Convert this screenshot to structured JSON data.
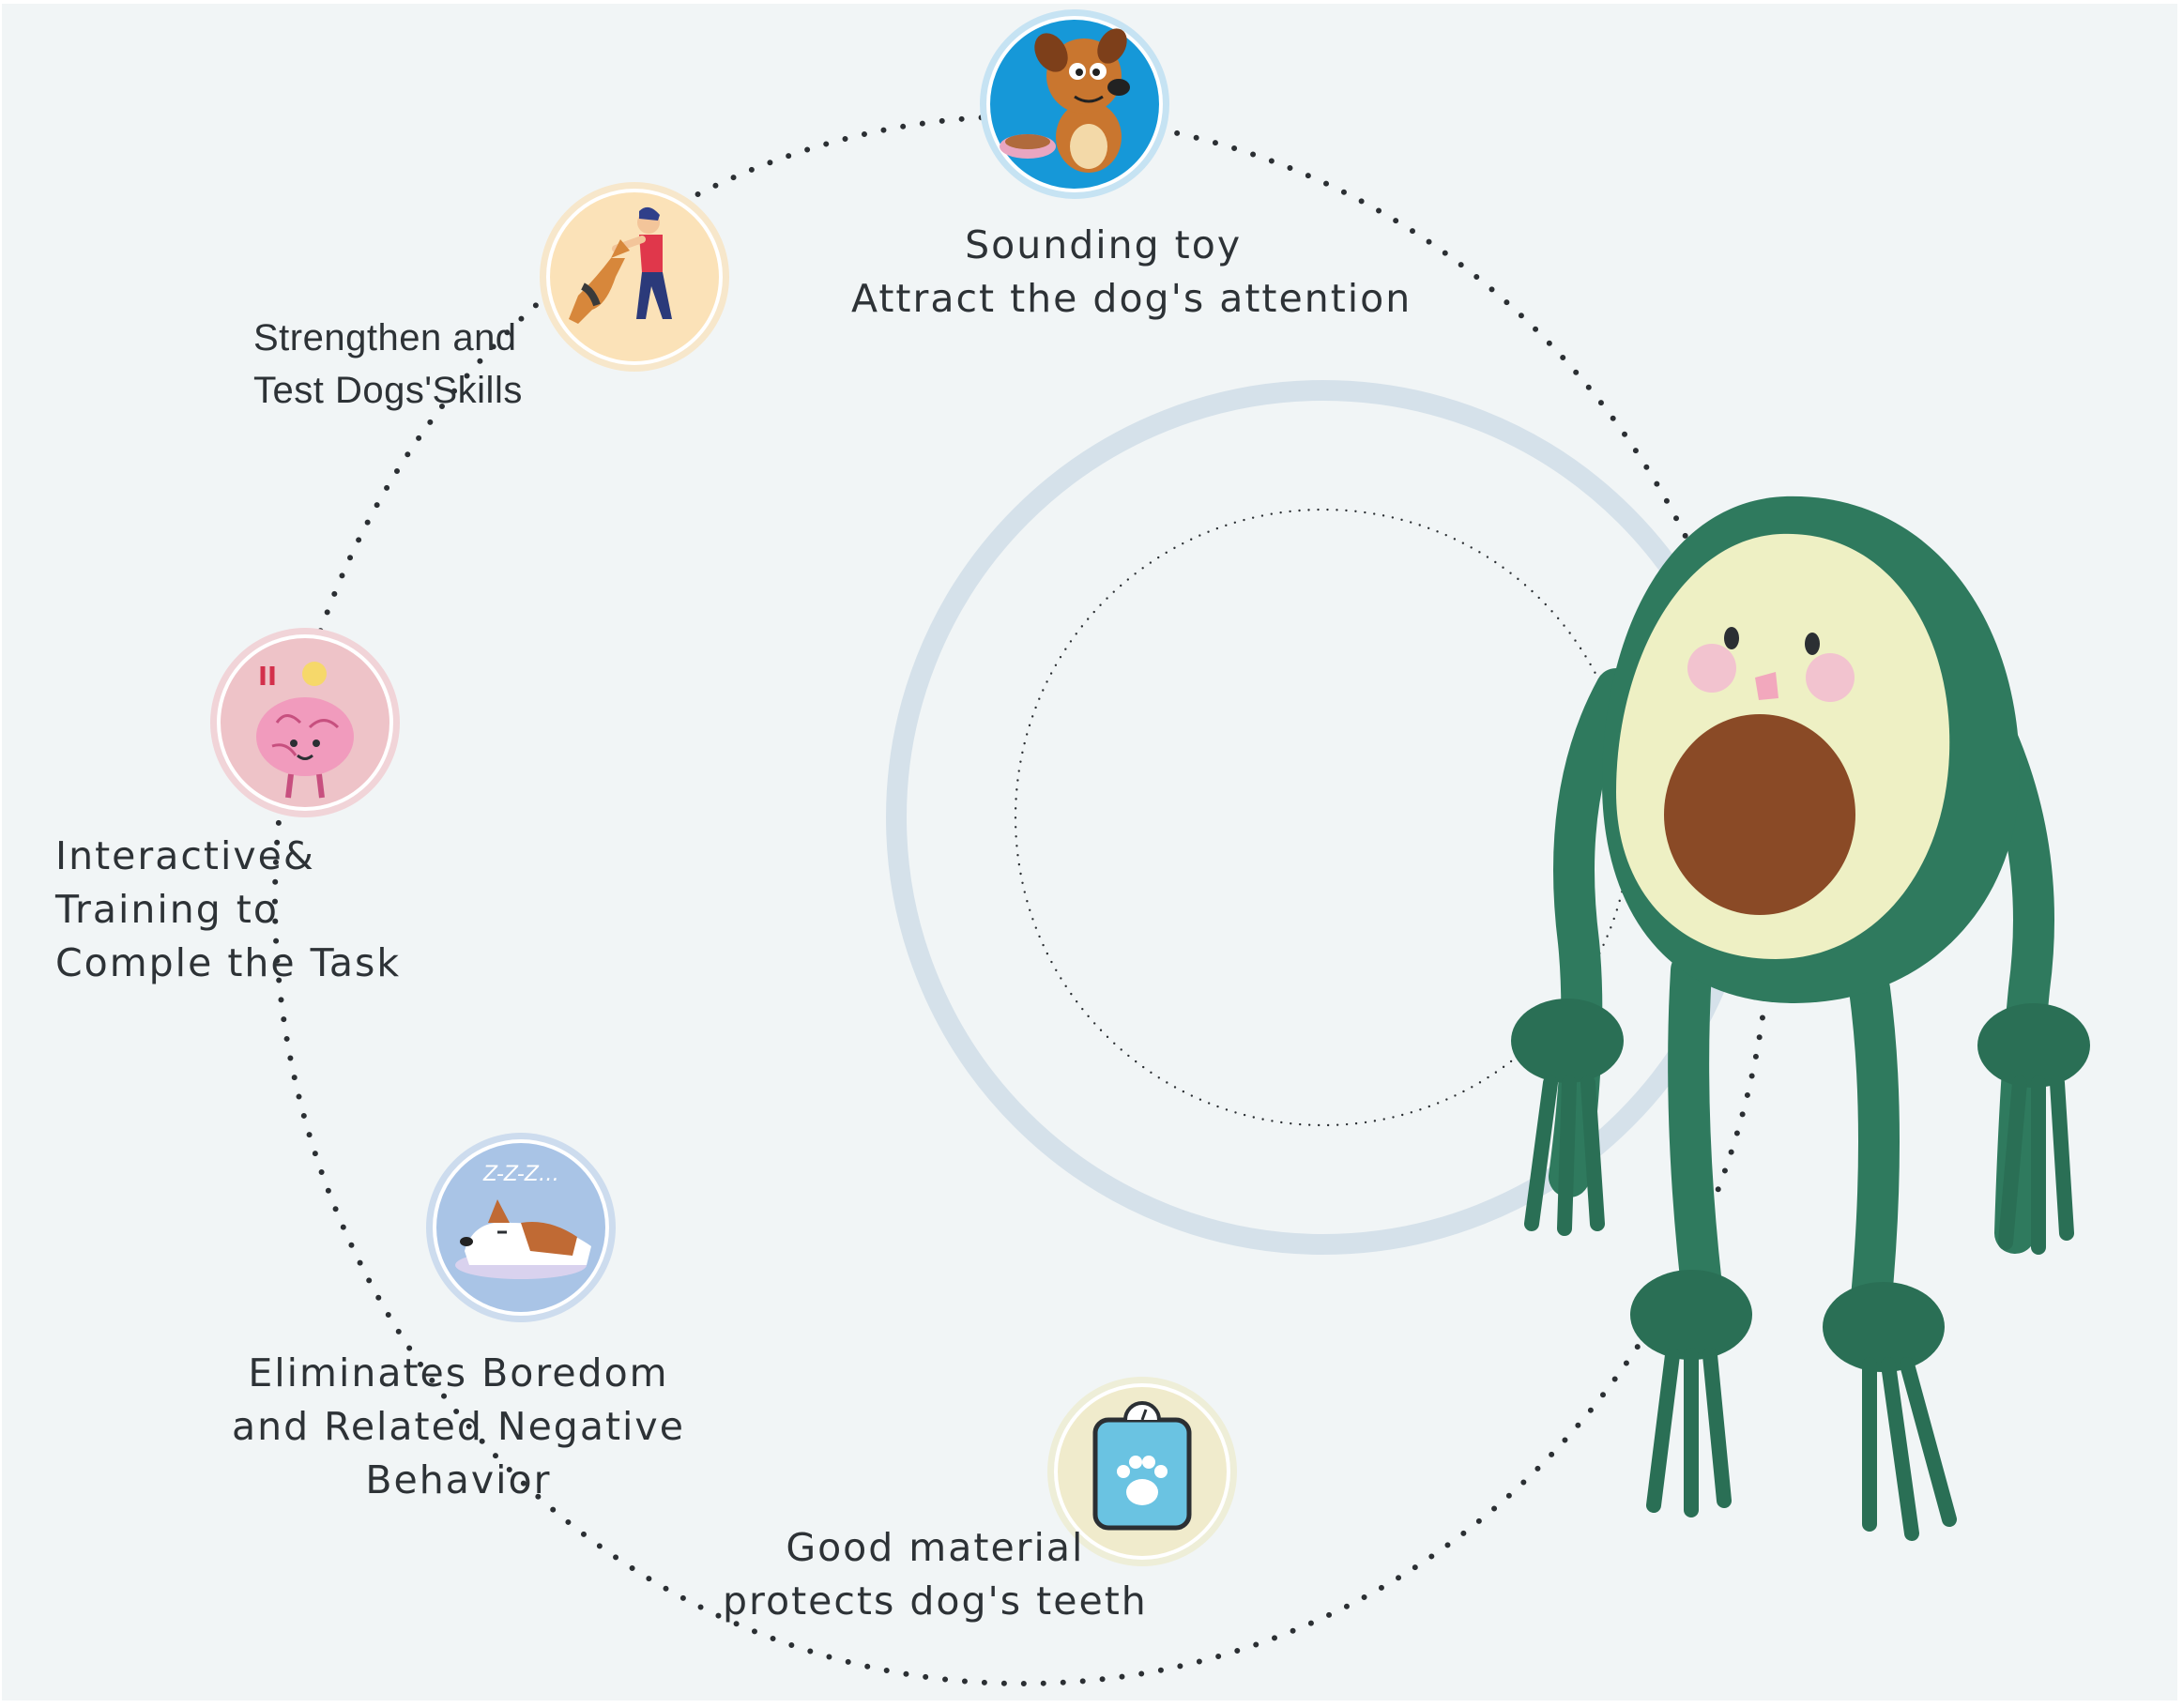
{
  "features": [
    {
      "id": "sounding",
      "icon": "puppy-with-bowl-icon",
      "lines": [
        "Sounding toy",
        "Attract the dog's attention"
      ],
      "ring_color": "#c6e3f3",
      "fill_color": "#1698d8"
    },
    {
      "id": "skills",
      "icon": "man-training-dog-icon",
      "lines": [
        "Strengthen and",
        "Test Dogs'Skills"
      ],
      "ring_color": "#f7e7cb",
      "fill_color": "#fbe2b8"
    },
    {
      "id": "interactive",
      "icon": "thinking-brain-icon",
      "lines": [
        "Interactive&",
        "Training to",
        "Comple the Task"
      ],
      "ring_color": "#f1d4d8",
      "fill_color": "#eec3c8"
    },
    {
      "id": "boredom",
      "icon": "sleeping-dog-icon",
      "lines": [
        "Eliminates Boredom",
        "and Related Negative",
        "Behavior"
      ],
      "ring_color": "#cddcee",
      "fill_color": "#a9c4e6"
    },
    {
      "id": "material",
      "icon": "paw-scale-icon",
      "lines": [
        "Good material",
        "protects dog's teeth"
      ],
      "ring_color": "#eeeed8",
      "fill_color": "#f0ebcc"
    }
  ],
  "product": {
    "icon": "avocado-rope-toy-icon"
  },
  "colors": {
    "background": "#f1f5f6",
    "text": "#2d3236",
    "dots": "#2b2f33",
    "inner_ring": "#d5e1ea",
    "toy_green": "#2f7a5e",
    "toy_flesh": "#eef0c4",
    "toy_seed": "#8a4a26"
  }
}
